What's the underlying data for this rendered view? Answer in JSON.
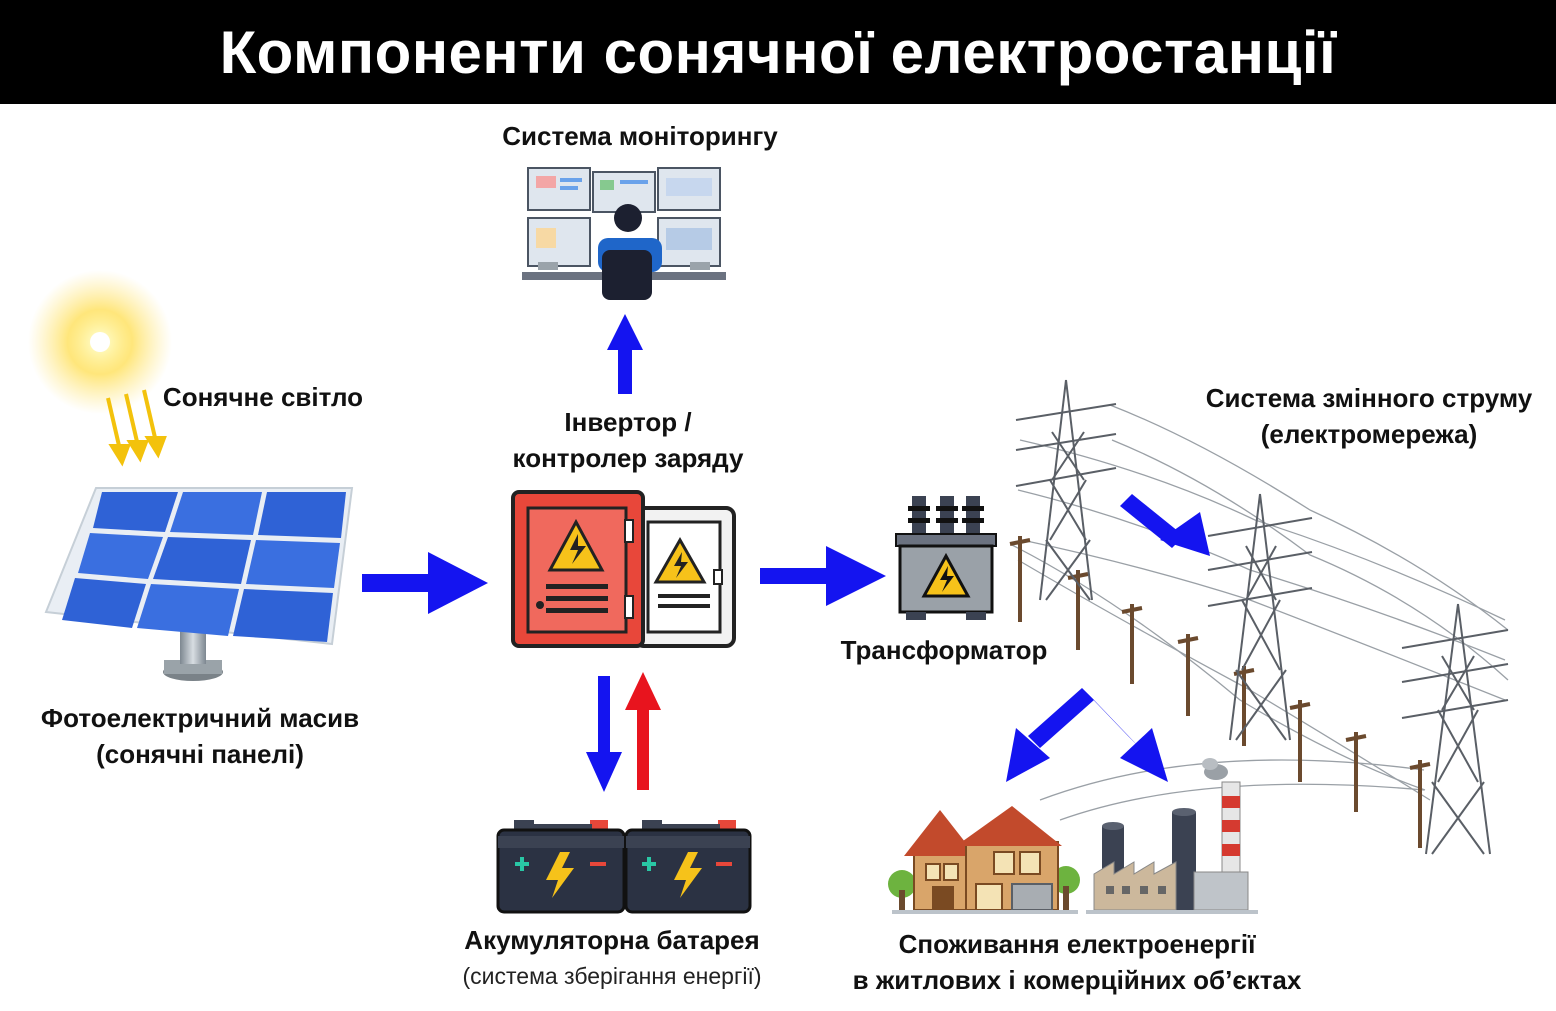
{
  "title": "Компоненти сонячної електростанції",
  "labels": {
    "monitoring": "Система моніторингу",
    "sunlight": "Сонячне світло",
    "inverter_line1": "Інвертор /",
    "inverter_line2": "контролер заряду",
    "grid_line1": "Система змінного струму",
    "grid_line2": "(електромережа)",
    "transformer": "Трансформатор",
    "pv_line1": "Фотоелектричний масив",
    "pv_line2": "(сонячні панелі)",
    "battery_line1": "Акумуляторна батарея",
    "battery_line2": "(система зберігання енергії)",
    "consumption_line1": "Споживання електроенергії",
    "consumption_line2": "в житлових і комерційних об’єктах"
  },
  "icons": {
    "sun": "sun-icon",
    "solar_panel": "solar-panel-icon",
    "inverter": "inverter-cabinet-icon",
    "monitoring": "monitoring-station-icon",
    "transformer": "transformer-icon",
    "battery": "battery-icon",
    "pylon": "transmission-tower-icon",
    "house": "house-icon",
    "factory": "factory-icon"
  },
  "colors": {
    "flow_arrow": "#1414f0",
    "return_arrow": "#e8141e",
    "cabinet_red": "#e8473a",
    "hazard_yellow": "#f6c21a"
  }
}
